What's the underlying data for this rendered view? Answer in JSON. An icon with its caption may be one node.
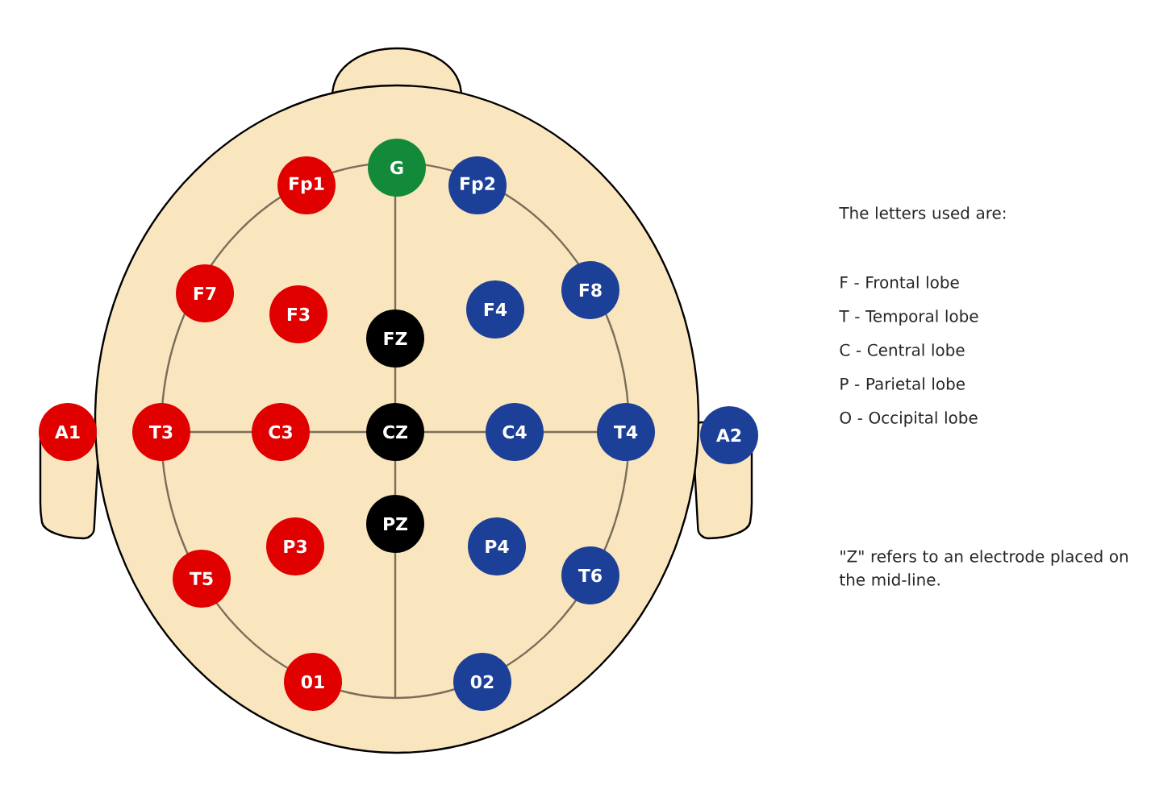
{
  "diagram": {
    "nodes": [
      {
        "text": [
          "Fp1"
        ]
      },
      {
        "text": [
          "G"
        ]
      },
      {
        "text": [
          "Fp2"
        ]
      },
      {
        "text": [
          "F7"
        ]
      },
      {
        "text": [
          "F3"
        ]
      },
      {
        "text": [
          "FZ"
        ]
      },
      {
        "text": [
          "F4"
        ]
      },
      {
        "text": [
          "F8"
        ]
      },
      {
        "text": [
          "A1"
        ]
      },
      {
        "text": [
          "T3"
        ]
      },
      {
        "text": [
          "C3"
        ]
      },
      {
        "text": [
          "CZ"
        ]
      },
      {
        "text": [
          "C4"
        ]
      },
      {
        "text": [
          "T4"
        ]
      },
      {
        "text": [
          "A2"
        ]
      },
      {
        "text": [
          "PZ"
        ]
      },
      {
        "text": [
          "P3"
        ]
      },
      {
        "text": [
          "P4"
        ]
      },
      {
        "text": [
          "T5"
        ]
      },
      {
        "text": [
          "T6"
        ]
      },
      {
        "text": [
          "01"
        ]
      },
      {
        "text": [
          "02"
        ]
      }
    ],
    "labels": [
      "The letters used are:",
      "F - Frontal lobe",
      "T - Temporal lobe",
      "C - Central lobe",
      "P - Parietal lobe",
      "O - Occipital lobe",
      "\"Z\" refers to an electrode placed on the mid-line."
    ]
  }
}
